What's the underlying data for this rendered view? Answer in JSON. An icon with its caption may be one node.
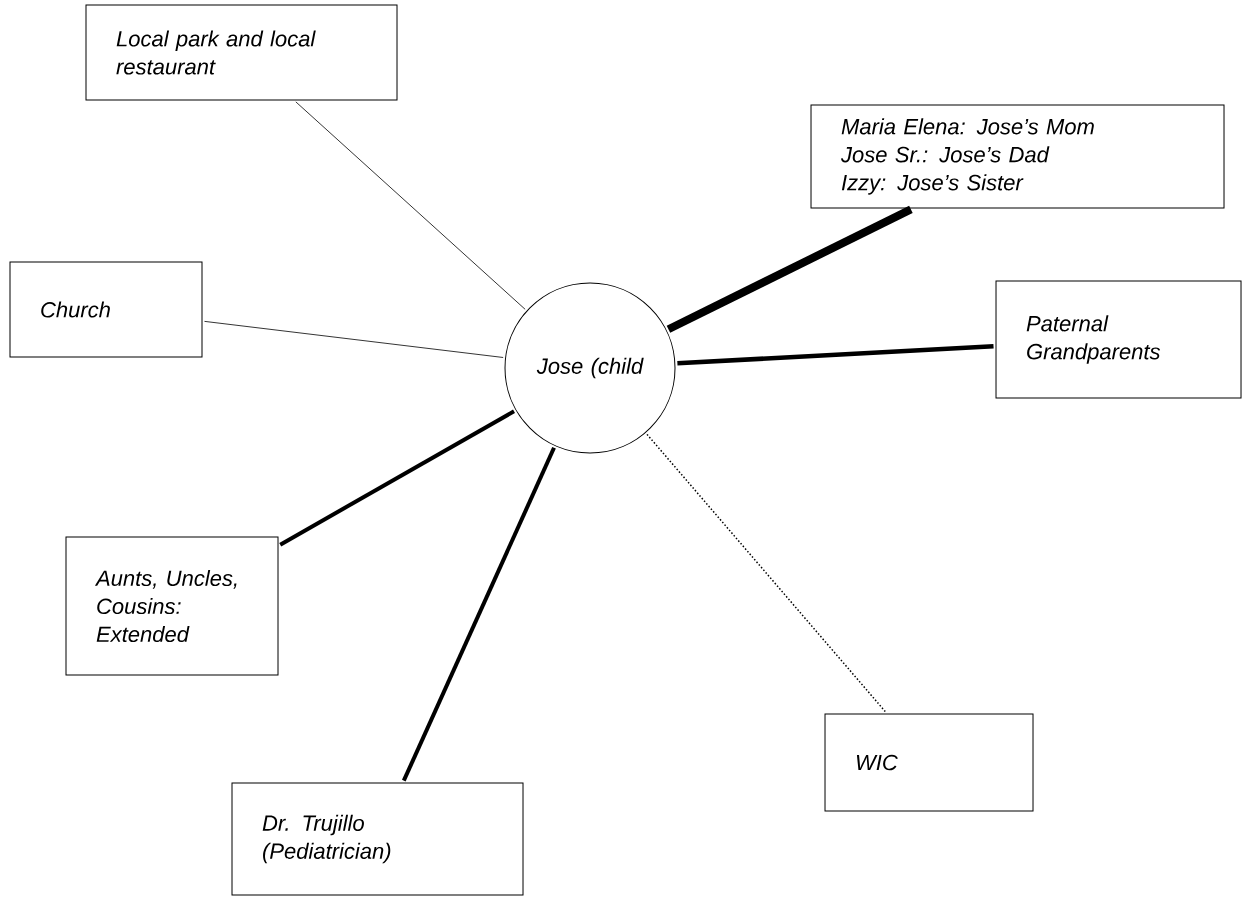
{
  "diagram": {
    "nodes": [
      {
        "text": [
          "Local park and local restaurant"
        ]
      },
      {
        "text": [
          "Maria Elena: Jose’s Mom",
          "Jose Sr.: Jose’s Dad",
          "Izzy: Jose’s Sister"
        ]
      },
      {
        "text": [
          "Church"
        ]
      },
      {
        "text": [
          "Jose (child"
        ]
      },
      {
        "text": [
          "Paternal Grandparents"
        ]
      },
      {
        "text": [
          "Aunts, Uncles, Cousins: Extended"
        ]
      },
      {
        "text": [
          "Dr. Trujillo (Pediatrician)"
        ]
      },
      {
        "text": [
          "WIC"
        ]
      }
    ],
    "edges": [
      {
        "from": 3,
        "to": 0,
        "arrow": "none"
      },
      {
        "from": 3,
        "to": 1,
        "arrow": "none",
        "style": "thick"
      },
      {
        "from": 3,
        "to": 2,
        "arrow": "none"
      },
      {
        "from": 3,
        "to": 4,
        "arrow": "none"
      },
      {
        "from": 3,
        "to": 5,
        "arrow": "none"
      },
      {
        "from": 3,
        "to": 6,
        "arrow": "none"
      },
      {
        "from": 3,
        "to": 7,
        "arrow": "none",
        "style": "dashed"
      }
    ]
  }
}
